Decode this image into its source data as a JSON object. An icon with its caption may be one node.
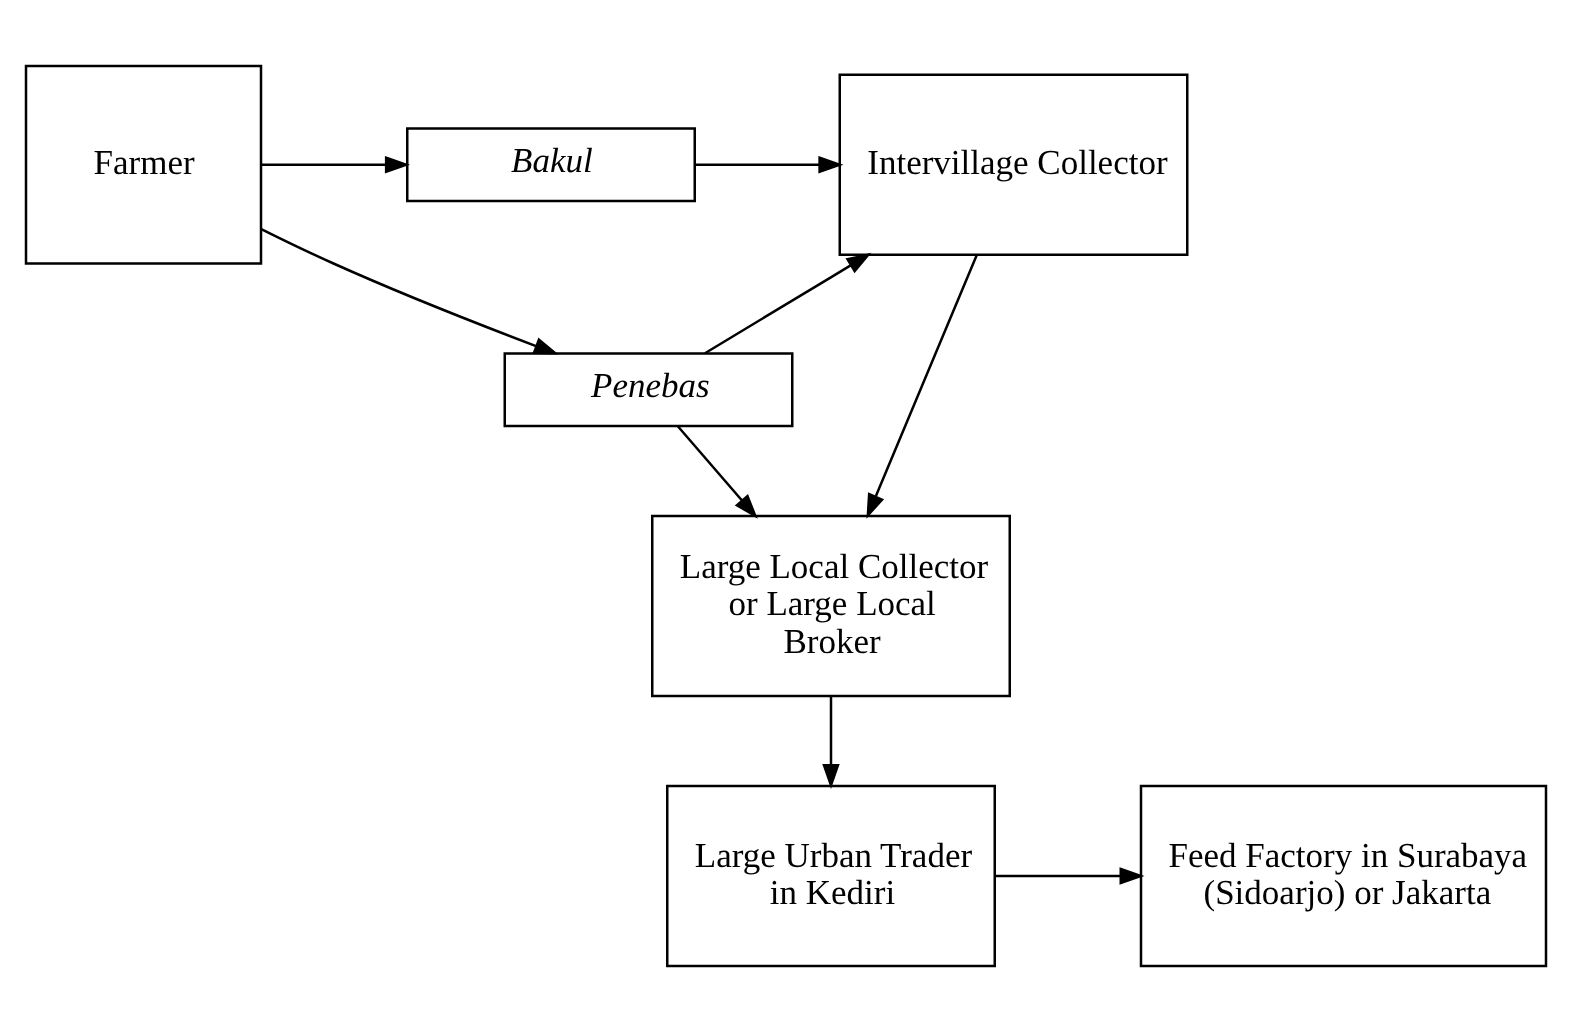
{
  "diagram": {
    "nodes": [
      {
        "text": [
          "Farmer"
        ]
      },
      {
        "text": [
          "Bakul"
        ]
      },
      {
        "text": [
          "Penebas"
        ]
      },
      {
        "text": [
          "Intervillage Collector"
        ]
      },
      {
        "text": [
          "Large Local Collector or Large Local Broker"
        ]
      },
      {
        "text": [
          "Large Urban Trader in Kediri"
        ]
      },
      {
        "text": [
          "Feed Factory in Surabaya (Sidoarjo) or Jakarta"
        ]
      }
    ],
    "edges": [
      {
        "from": 0,
        "to": 1,
        "arrow": "to"
      },
      {
        "from": 0,
        "to": 2,
        "arrow": "to"
      },
      {
        "from": 1,
        "to": 3,
        "arrow": "to"
      },
      {
        "from": 2,
        "to": 3,
        "arrow": "to"
      },
      {
        "from": 3,
        "to": 4,
        "arrow": "to"
      },
      {
        "from": 2,
        "to": 4,
        "arrow": "to"
      },
      {
        "from": 4,
        "to": 5,
        "arrow": "to"
      },
      {
        "from": 5,
        "to": 6,
        "arrow": "to"
      }
    ]
  }
}
